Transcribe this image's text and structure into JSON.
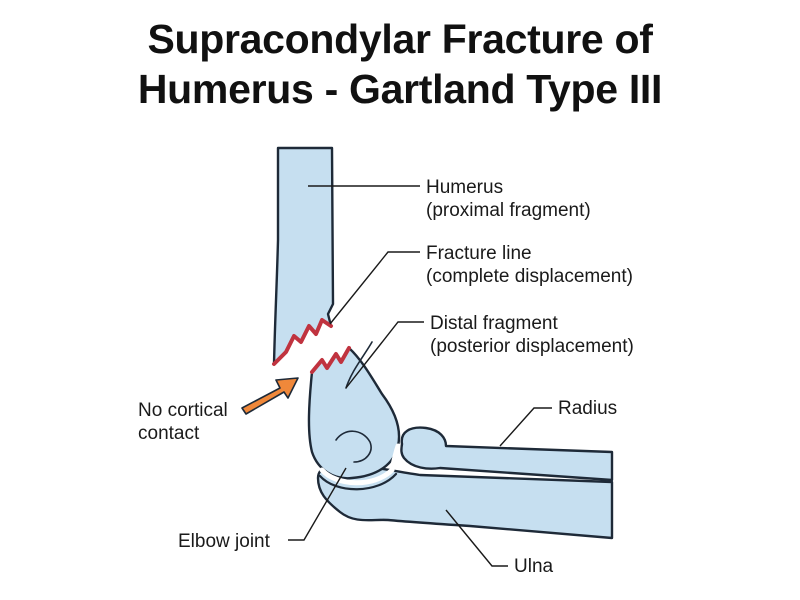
{
  "title": {
    "line1": "Supracondylar Fracture of",
    "line2": "Humerus - Gartland Type III"
  },
  "labels": {
    "humerus": {
      "line1": "Humerus",
      "line2": "(proximal fragment)"
    },
    "fracture_line": {
      "line1": "Fracture line",
      "line2": "(complete displacement)"
    },
    "distal_fragment": {
      "line1": "Distal fragment",
      "line2": "(posterior displacement)"
    },
    "radius": "Radius",
    "no_cortical_contact": {
      "line1": "No cortical",
      "line2": "contact"
    },
    "elbow_joint": "Elbow joint",
    "ulna": "Ulna"
  },
  "colors": {
    "bone_fill": "#c6dff0",
    "bone_stroke": "#1e2a38",
    "fracture": "#c0333f",
    "arrow": "#f0883a"
  }
}
